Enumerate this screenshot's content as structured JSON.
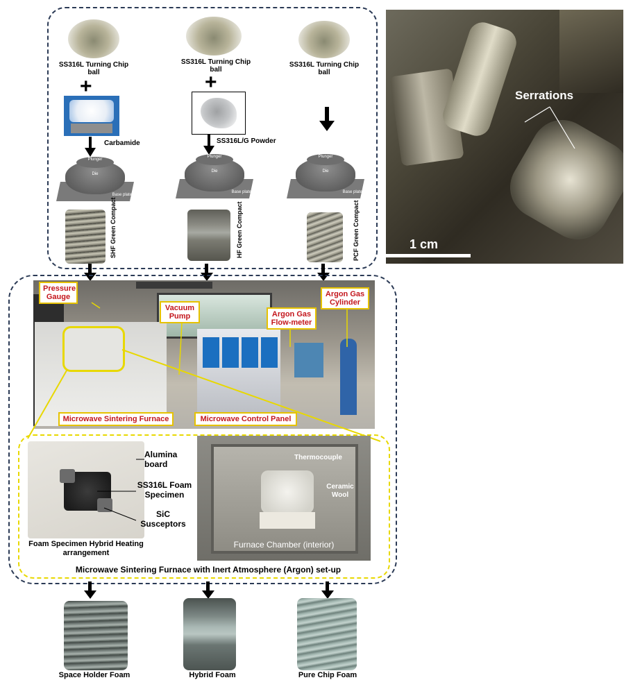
{
  "top_panel": {
    "columns": [
      {
        "chip_label": "SS316L Turning Chip ball",
        "operator": "+",
        "additive_label": "Carbamide",
        "compact_label": "SHF Green Compact"
      },
      {
        "chip_label": "SS316L Turning Chip ball",
        "operator": "+",
        "additive_label": "SS316L/G Powder",
        "compact_label": "HF Green Compact"
      },
      {
        "chip_label": "SS316L Turning Chip ball",
        "operator": "",
        "additive_label": "",
        "compact_label": "PCF Green Compact"
      }
    ],
    "die": {
      "plunger": "Plunger",
      "die": "Die",
      "base_plate": "Base plate"
    }
  },
  "photo_panel": {
    "serrations_label": "Serrations",
    "scale_label": "1 cm"
  },
  "furnace_panel": {
    "tags": {
      "pressure_gauge": "Pressure Gauge",
      "vacuum_pump": "Vacuum Pump",
      "argon_flow": "Argon Gas Flow-meter",
      "argon_cylinder": "Argon Gas Cylinder",
      "sintering_furnace": "Microwave Sintering Furnace",
      "control_panel": "Microwave Control Panel"
    },
    "inset": {
      "alumina_board": "Alumina board",
      "foam_specimen": "SS316L Foam Specimen",
      "sic": "SiC Susceptors",
      "hybrid_caption": "Foam Specimen Hybrid Heating arrangement",
      "thermocouple": "Thermocouple",
      "ceramic_wool": "Ceramic Wool",
      "chamber_caption": "Furnace Chamber (interior)"
    },
    "setup_caption": "Microwave Sintering Furnace with Inert Atmosphere (Argon) set-up"
  },
  "outputs": [
    {
      "label": "Space Holder Foam"
    },
    {
      "label": "Hybrid Foam"
    },
    {
      "label": "Pure Chip Foam"
    }
  ],
  "colors": {
    "border": "#2b3a55",
    "yellow": "#e8d800",
    "tag_red": "#c4161c"
  }
}
